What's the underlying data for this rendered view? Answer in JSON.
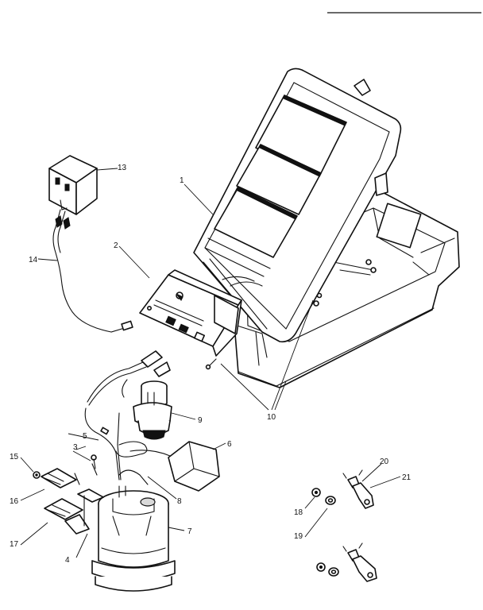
{
  "callouts": [
    {
      "id": "c1",
      "label": "1"
    },
    {
      "id": "c2",
      "label": "2"
    },
    {
      "id": "c3",
      "label": "3"
    },
    {
      "id": "c4",
      "label": "4"
    },
    {
      "id": "c5",
      "label": "5"
    },
    {
      "id": "c6",
      "label": "6"
    },
    {
      "id": "c7",
      "label": "7"
    },
    {
      "id": "c8",
      "label": "8"
    },
    {
      "id": "c9",
      "label": "9"
    },
    {
      "id": "c10",
      "label": "10"
    },
    {
      "id": "c13",
      "label": "13"
    },
    {
      "id": "c14",
      "label": "14"
    },
    {
      "id": "c15",
      "label": "15"
    },
    {
      "id": "c16",
      "label": "16"
    },
    {
      "id": "c17",
      "label": "17"
    },
    {
      "id": "c18",
      "label": "18"
    },
    {
      "id": "c19",
      "label": "19"
    },
    {
      "id": "c20",
      "label": "20"
    },
    {
      "id": "c21",
      "label": "21"
    }
  ]
}
